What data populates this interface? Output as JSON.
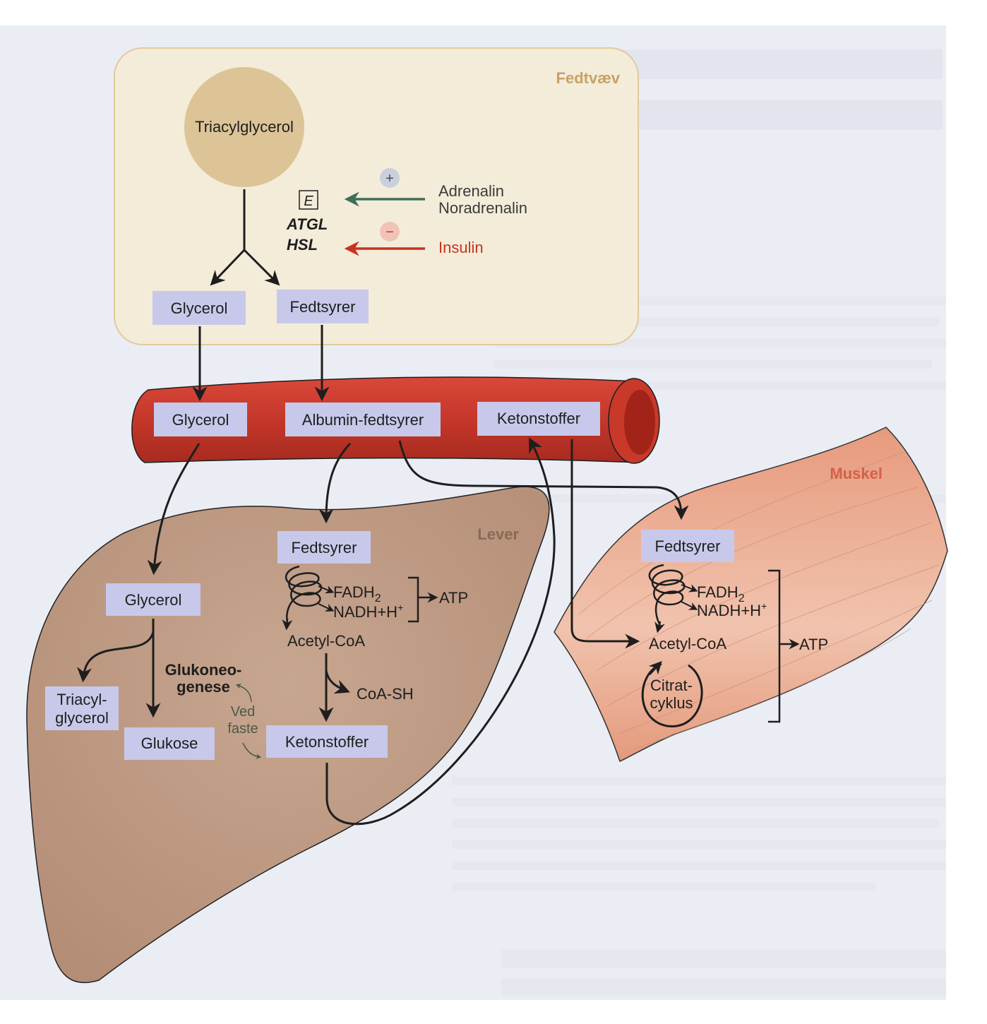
{
  "regions": {
    "adipose": "Fedtvæv",
    "liver": "Lever",
    "muscle": "Muskel"
  },
  "adipose": {
    "triacylglycerol": "Triacylglycerol",
    "enzyme_icon": "E",
    "enzyme_1": "ATGL",
    "enzyme_2": "HSL",
    "plus_sign": "+",
    "minus_sign": "−",
    "stimulator_1": "Adrenalin",
    "stimulator_2": "Noradrenalin",
    "inhibitor": "Insulin",
    "glycerol": "Glycerol",
    "fatty_acids": "Fedtsyrer"
  },
  "blood": {
    "glycerol": "Glycerol",
    "albumin_fatty_acids": "Albumin-fedtsyrer",
    "ketone_bodies": "Ketonstoffer"
  },
  "liver": {
    "glycerol": "Glycerol",
    "triacylglycerol_line1": "Triacyl-",
    "triacylglycerol_line2": "glycerol",
    "glucose": "Glukose",
    "gluconeogenesis_line1": "Glukoneo-",
    "gluconeogenesis_line2": "genese",
    "fasting_line1": "Ved",
    "fasting_line2": "faste",
    "fatty_acids": "Fedtsyrer",
    "fadh2": "FADH",
    "fadh2_sub": "2",
    "nadh": "NADH+H",
    "nadh_sup": "+",
    "atp": "ATP",
    "acetyl_coa": "Acetyl-CoA",
    "coa_sh": "CoA-SH",
    "ketone_bodies": "Ketonstoffer"
  },
  "muscle": {
    "fatty_acids": "Fedtsyrer",
    "fadh2": "FADH",
    "fadh2_sub": "2",
    "nadh": "NADH+H",
    "nadh_sup": "+",
    "acetyl_coa": "Acetyl-CoA",
    "citric_line1": "Citrat-",
    "citric_line2": "cyklus",
    "atp": "ATP"
  },
  "colors": {
    "adipose_bg": "#f3ecd9",
    "adipose_title": "#c9a165",
    "droplet": "#dcc497",
    "vessel": "#c8392a",
    "liver": "#c19c86",
    "muscle": "#eaa88e",
    "muscle_title": "#d4604a",
    "liver_title": "#8a6a55",
    "label_box": "#c8c9ea",
    "stimulate_arrow": "#3f6e56",
    "inhibit_arrow": "#c9321f"
  }
}
